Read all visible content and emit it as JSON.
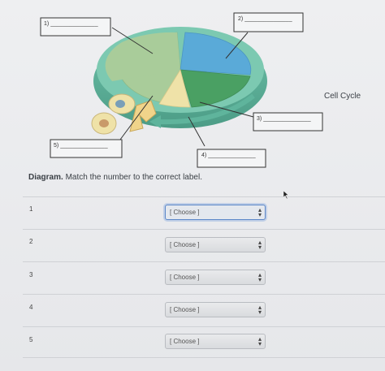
{
  "diagram": {
    "title": "Cell Cycle",
    "labels": [
      {
        "num": "1)",
        "blank": "_______________"
      },
      {
        "num": "2)",
        "blank": "_______________"
      },
      {
        "num": "3)",
        "blank": "_______________"
      },
      {
        "num": "4)",
        "blank": "_______________"
      },
      {
        "num": "5)",
        "blank": "_______________"
      }
    ]
  },
  "question": {
    "heading": "Diagram.",
    "instruction": "Match the number to the correct label."
  },
  "rows": [
    {
      "number": "1",
      "selected": "[ Choose ]",
      "focused": true
    },
    {
      "number": "2",
      "selected": "[ Choose ]",
      "focused": false
    },
    {
      "number": "3",
      "selected": "[ Choose ]",
      "focused": false
    },
    {
      "number": "4",
      "selected": "[ Choose ]",
      "focused": false
    },
    {
      "number": "5",
      "selected": "[ Choose ]",
      "focused": false
    }
  ],
  "colors": {
    "g1_light_green": "#a9cc9a",
    "g2_blue": "#5aaad8",
    "s_green": "#4aa063",
    "m_yellow": "#efe2a8",
    "rim_teal": "#5fb49c",
    "select_focus": "#5b86c8"
  },
  "icons": {
    "dropdown": "up-down-arrows",
    "cursor": "mouse-pointer"
  }
}
